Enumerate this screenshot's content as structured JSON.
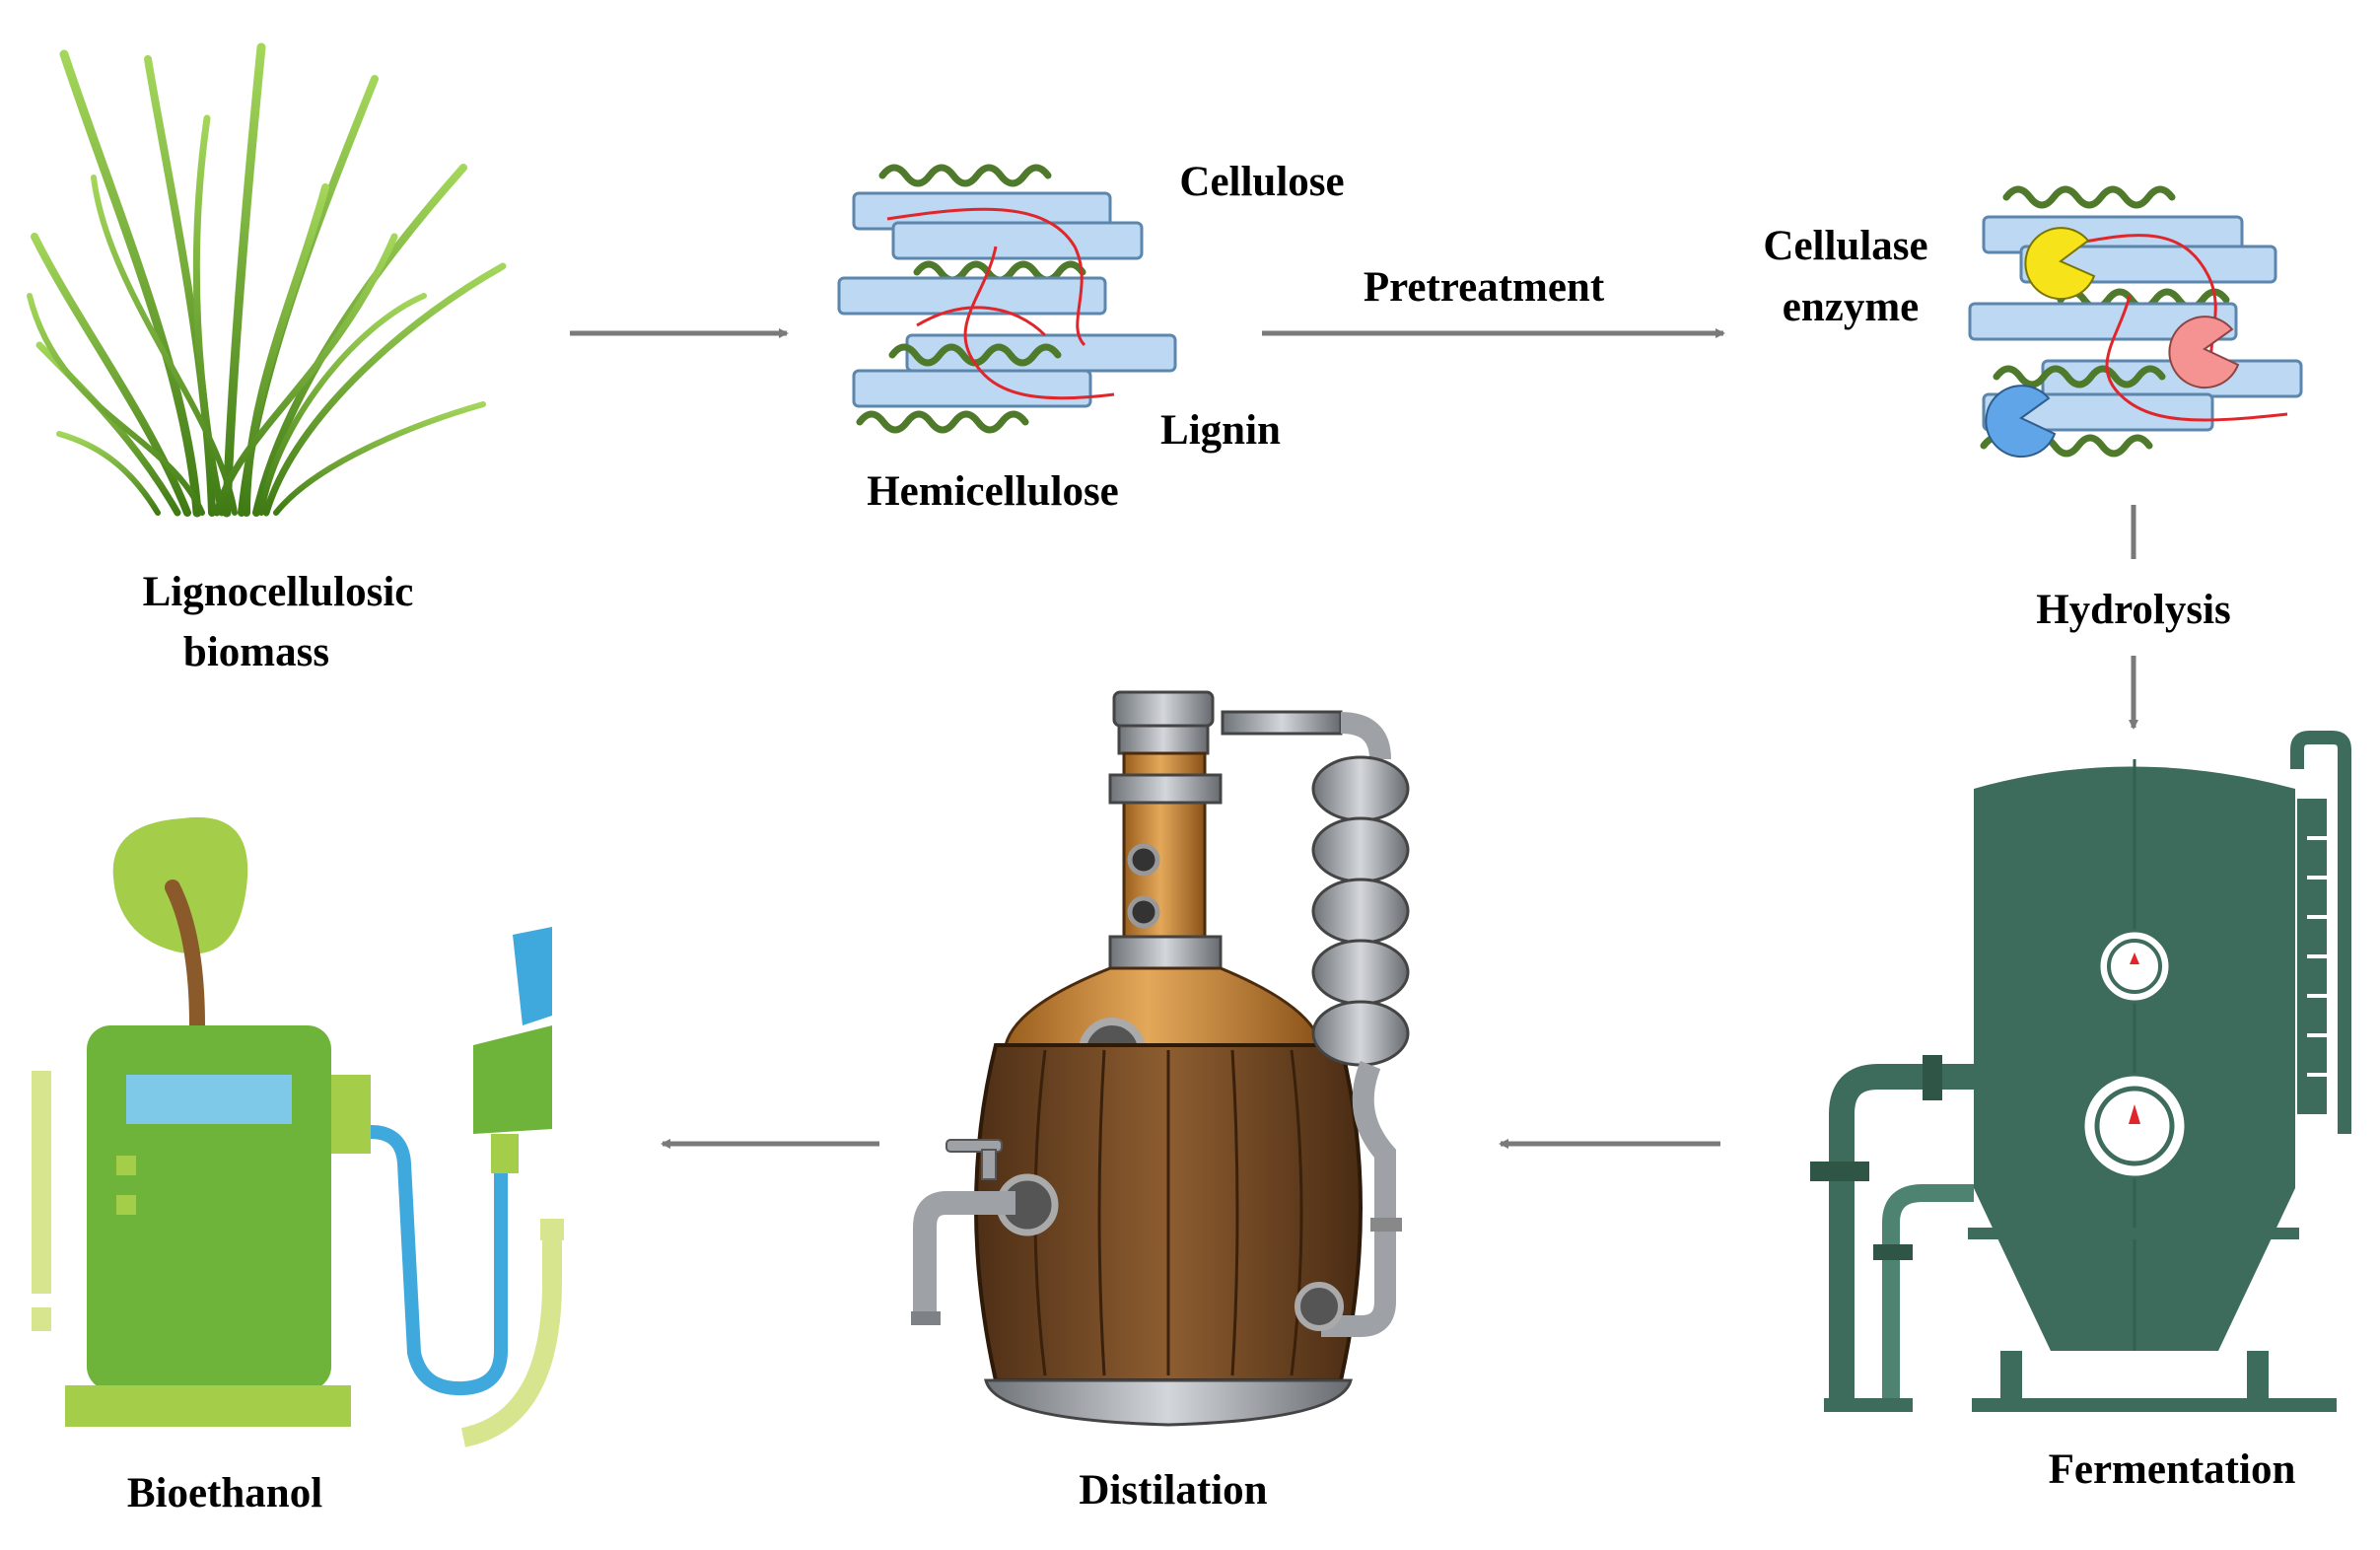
{
  "labels": {
    "biomass_line1": "Lignocellulosic",
    "biomass_line2": "biomass",
    "cellulose": "Cellulose",
    "lignin": "Lignin",
    "hemicellulose": "Hemicellulose",
    "pretreatment": "Pretreatment",
    "cellulase_line1": "Cellulase",
    "cellulase_line2": "enzyme",
    "hydrolysis": "Hydrolysis",
    "fermentation": "Fermentation",
    "distilation": "Distilation",
    "bioethanol": "Bioethanol"
  },
  "icons": {
    "biomass": "grass-icon",
    "structure": "lignocellulose-structure-icon",
    "enzyme": "enzyme-hydrolysis-icon",
    "fermenter": "fermentation-tank-icon",
    "distiller": "distillation-still-icon",
    "pump": "bioethanol-pump-icon"
  },
  "colors": {
    "grass": "#6fa82a",
    "fiber_fill": "#bcd8f2",
    "fiber_stroke": "#5d86ad",
    "hemicellulose": "#4f7a2c",
    "lignin": "#e0262b",
    "enzyme_yellow": "#f6e31a",
    "enzyme_pink": "#f59393",
    "enzyme_blue": "#5fa5e8",
    "tank": "#3d6b5c",
    "barrel": "#7a4e2a",
    "copper": "#c98a37",
    "pump_green": "#6fb43a",
    "arrow": "#7a7a7a"
  }
}
